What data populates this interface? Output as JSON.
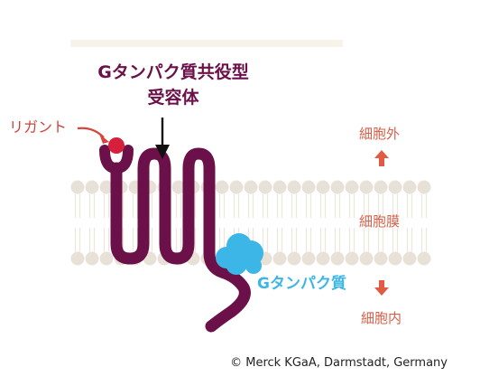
{
  "diagram": {
    "title_line1": "Gタンパク質共役型",
    "title_line2": "受容体",
    "ligand_label": "リガント",
    "outside_label": "細胞外",
    "membrane_label": "細胞膜",
    "inside_label": "細胞内",
    "g_protein_label": "Gタンパク質",
    "copyright": "© Merck KGaA, Darmstadt, Germany"
  },
  "colors": {
    "receptor": "#6b1048",
    "ligand": "#d61f3a",
    "g_protein": "#3bb6e6",
    "membrane": "#e8e1d7",
    "side_labels": "#d6604a",
    "arrow_red": "#e05a44"
  }
}
